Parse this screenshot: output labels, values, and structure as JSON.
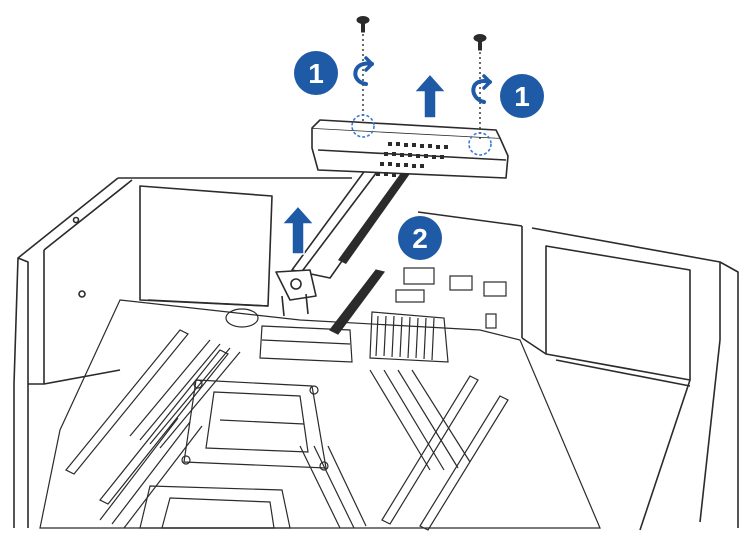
{
  "steps": [
    {
      "id": "step-1-left",
      "label": "1"
    },
    {
      "id": "step-1-right",
      "label": "1"
    },
    {
      "id": "step-2",
      "label": "2"
    }
  ],
  "colors": {
    "badge": "#1f5aa6",
    "arrow": "#1f5aa6",
    "line": "#2b2b2b",
    "hole": "#3a7bd5"
  },
  "icons": [
    "screw-icon",
    "rotate-counterclockwise-icon",
    "arrow-up-icon"
  ]
}
